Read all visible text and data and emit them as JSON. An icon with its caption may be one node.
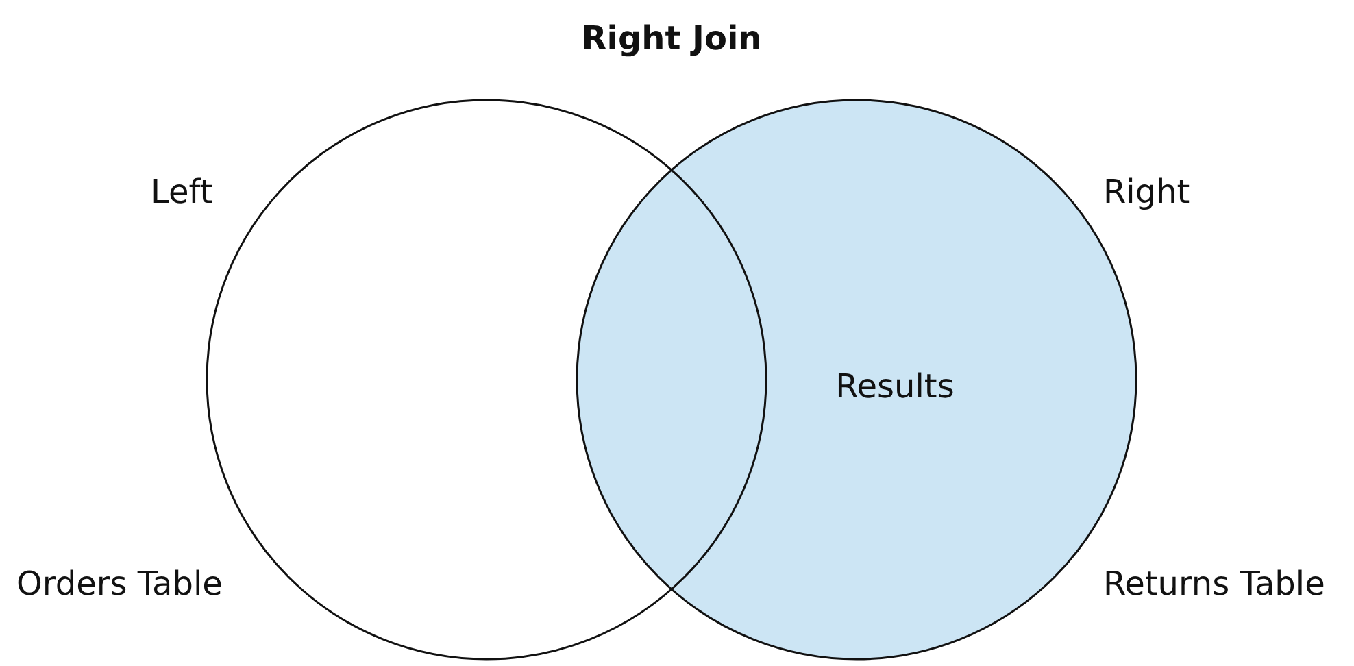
{
  "diagram": {
    "title": "Right Join",
    "nodes": [
      {
        "text": [],
        "shape": "circle",
        "beside": [
          "Left",
          "Orders Table"
        ]
      },
      {
        "text": [
          "Results"
        ],
        "beside": [
          "Right",
          "Returns Table"
        ]
      }
    ]
  }
}
